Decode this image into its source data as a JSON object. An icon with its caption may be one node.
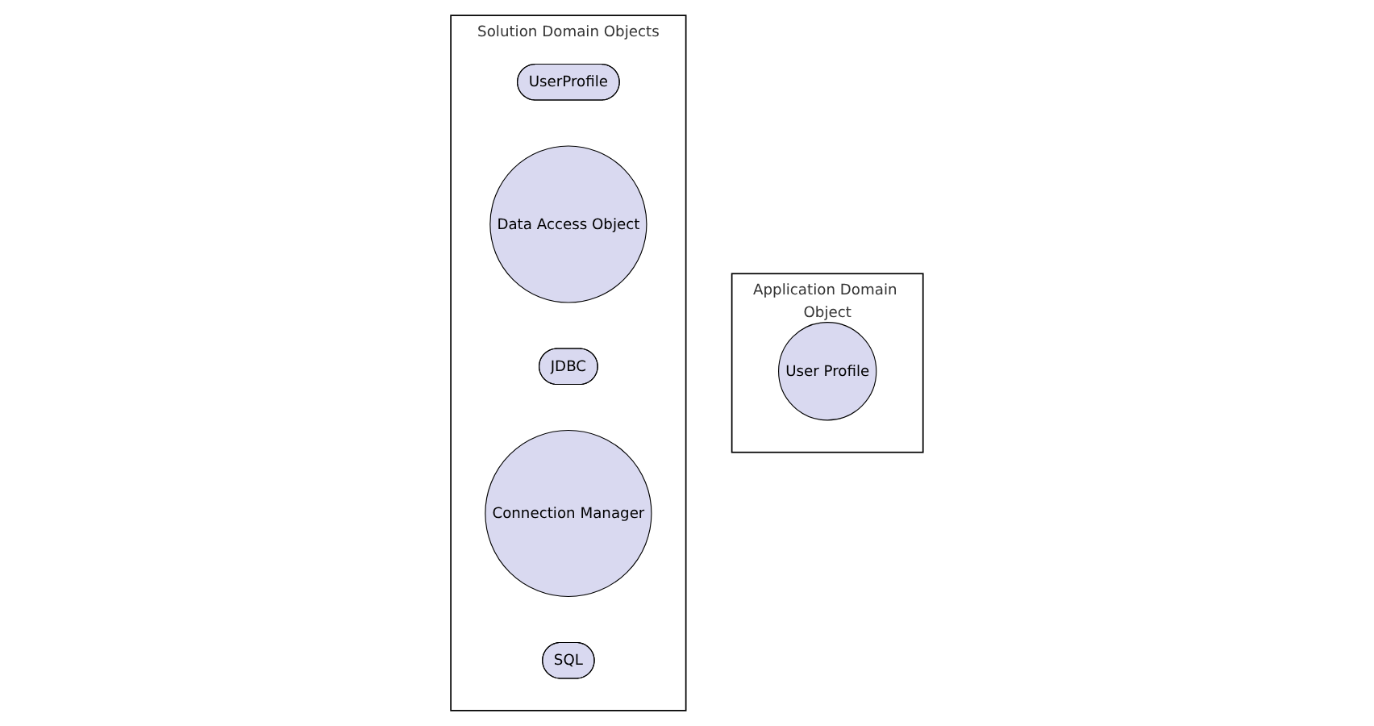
{
  "diagram": {
    "nodes": [
      {
        "text": [
          "Application Domain Object"
        ]
      },
      {
        "text": [
          "User Profile"
        ],
        "in": 0
      },
      {
        "text": [
          "Solution Domain Objects"
        ]
      },
      {
        "text": [
          "UserProfile"
        ],
        "in": 2
      },
      {
        "text": [
          "Data Access Object"
        ],
        "in": 2
      },
      {
        "text": [
          "JDBC"
        ],
        "in": 2
      },
      {
        "text": [
          "Connection Manager"
        ],
        "in": 2
      },
      {
        "text": [
          "SQL"
        ],
        "in": 2
      }
    ]
  }
}
